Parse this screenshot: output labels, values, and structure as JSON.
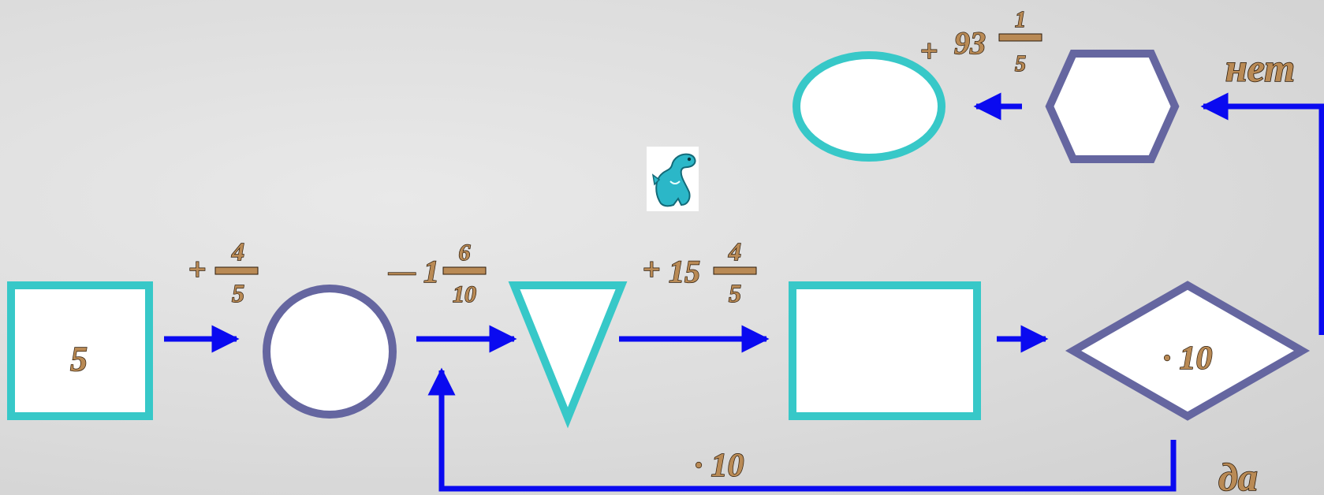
{
  "colors": {
    "cyan": "#37c8c8",
    "slate": "#6566a0",
    "arrow": "#0a0af0",
    "label_fill": "#b98a55",
    "label_outline": "#2a1a0a"
  },
  "shapes": {
    "start_square": "5",
    "diamond": "· 10"
  },
  "ops": {
    "op1": {
      "sign": "+",
      "num": "4",
      "den": "5"
    },
    "op2": {
      "sign": "—",
      "whole": "1",
      "num": "6",
      "den": "10"
    },
    "op3": {
      "sign": "+",
      "whole": "15",
      "num": "4",
      "den": "5"
    },
    "op4": {
      "sign": "+",
      "whole": "93",
      "num": "1",
      "den": "5"
    },
    "loop": "· 10"
  },
  "branches": {
    "no": "нет",
    "yes": "да"
  },
  "mascot_icon": "dinosaur-icon"
}
